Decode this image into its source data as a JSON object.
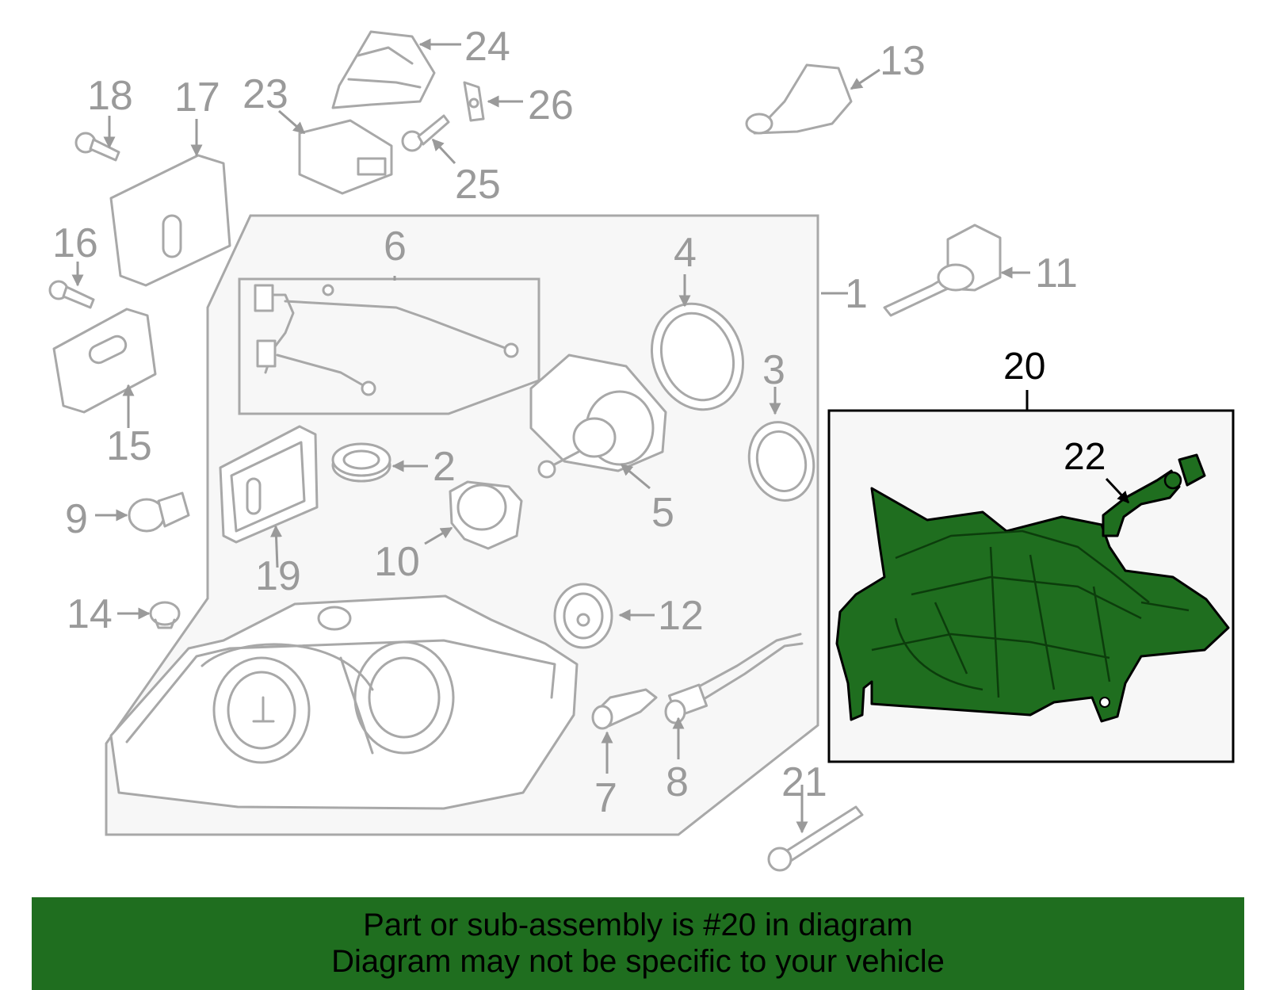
{
  "callouts": {
    "c1": "1",
    "c2": "2",
    "c3": "3",
    "c4": "4",
    "c5": "5",
    "c6": "6",
    "c7": "7",
    "c8": "8",
    "c9": "9",
    "c10": "10",
    "c11": "11",
    "c12": "12",
    "c13": "13",
    "c14": "14",
    "c15": "15",
    "c16": "16",
    "c17": "17",
    "c18": "18",
    "c19": "19",
    "c20": "20",
    "c21": "21",
    "c22": "22",
    "c23": "23",
    "c24": "24",
    "c25": "25",
    "c26": "26"
  },
  "banner": {
    "line1": "Part or sub-assembly is #20 in diagram",
    "line2": "Diagram may not be specific to your vehicle"
  },
  "colors": {
    "highlight": "#1f6e1f",
    "callout_text": "#9a9a9a",
    "line_art": "#a8a8a8"
  }
}
